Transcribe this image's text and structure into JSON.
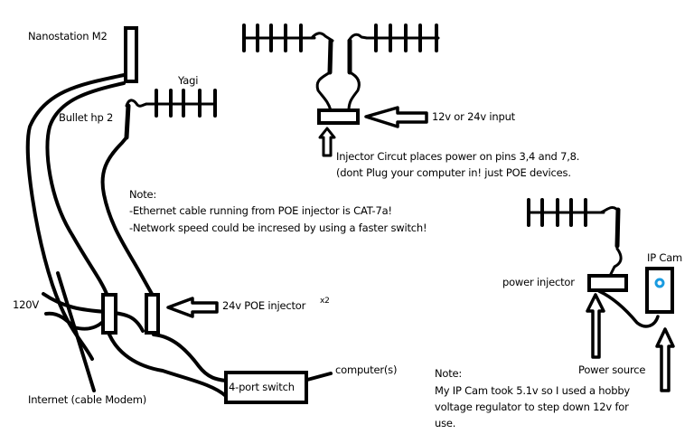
{
  "colors": {
    "ink": "#000000",
    "background": "#ffffff",
    "camera_lens": "#1a9be0"
  },
  "labels": {
    "nanostation": "Nanostation M2",
    "bullet": "Bullet hp 2",
    "yagi": "Yagi",
    "input_power": "12v or 24v input",
    "injector_note_line1": "Injector Circut places power on pins 3,4 and 7,8.",
    "injector_note_line2": "(dont Plug your computer in! just POE devices.",
    "power_120v": "120V",
    "poe_injector": "24v POE injector",
    "poe_injector_count": "x2",
    "internet": "Internet (cable Modem)",
    "switch": "4-port switch",
    "computers": "computer(s)",
    "power_injector": "power injector",
    "ip_cam": "IP Cam",
    "power_source": "Power source"
  },
  "note_center": {
    "title": "Note:",
    "lines": [
      "-Ethernet cable running from POE injector is CAT-7a!",
      "-Network speed could be incresed by using a faster switch!"
    ]
  },
  "note_bottom": {
    "title": "Note:",
    "lines": [
      "My IP Cam took 5.1v so I used a hobby",
      "voltage regulator to step down 12v for",
      "use."
    ]
  }
}
